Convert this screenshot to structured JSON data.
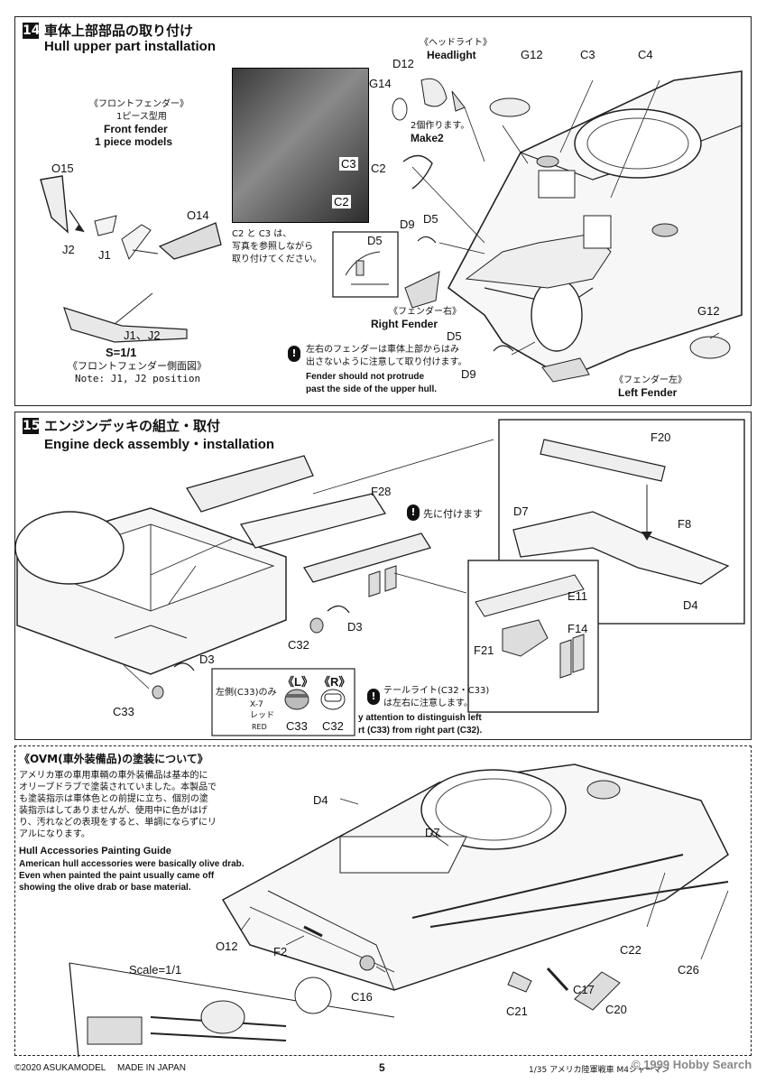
{
  "step14": {
    "number": "14",
    "title_jp": "車体上部部品の取り付け",
    "title_en": "Hull upper part installation",
    "front_fender_jp": "《フロントフェンダー》",
    "front_fender_jp2": "1ピース型用",
    "front_fender_en": "Front fender",
    "front_fender_en2": "1 piece models",
    "labels": {
      "O15": "O15",
      "O14": "O14",
      "J2": "J2",
      "J1": "J1",
      "J1J2": "J1、J2",
      "D12": "D12",
      "G14": "G14",
      "G12": "G12",
      "C3": "C3",
      "C4": "C4",
      "C2": "C2",
      "D9": "D9",
      "D5": "D5",
      "G12b": "G12",
      "D5b": "D5",
      "D9b": "D9",
      "photo_C3": "C3",
      "photo_C2": "C2",
      "inset_D5": "D5"
    },
    "headlight_jp": "《ヘッドライト》",
    "headlight_en": "Headlight",
    "make2_jp": "2個作ります。",
    "make2_en": "Make2",
    "photo_note_jp": "C2 と C3 は、",
    "photo_note_jp2": "写真を参照しながら",
    "photo_note_jp3": "取り付けてください。",
    "right_fender_jp": "《フェンダー右》",
    "right_fender_en": "Right Fender",
    "left_fender_jp": "《フェンダー左》",
    "left_fender_en": "Left Fender",
    "scale": "S=1/1",
    "side_view_jp": "《フロントフェンダー側面図》",
    "side_view_note": "Note: J1, J2 position",
    "warn_jp": "左右のフェンダーは車体上部からはみ",
    "warn_jp2": "出さないように注意して取り付けます。",
    "warn_en": "Fender should not protrude",
    "warn_en2": "past the side of the upper hull."
  },
  "step15": {
    "number": "15",
    "title_jp": "エンジンデッキの組立・取付",
    "title_en": "Engine deck assembly・installation",
    "labels": {
      "F20": "F20",
      "D7": "D7",
      "F8": "F8",
      "D4": "D4",
      "F28": "F28",
      "E11": "E11",
      "F14": "F14",
      "F21": "F21",
      "D3": "D3",
      "D3b": "D3",
      "C32": "C32",
      "C33": "C33",
      "C33b": "C33",
      "C32b": "C32"
    },
    "first_jp": "先に付けます",
    "L": "《L》",
    "R": "《R》",
    "left_only_jp": "左側(C33)のみ",
    "color_code": "X-7",
    "color_jp": "レッド",
    "color_en": "RED",
    "tail_jp": "テールライト(C32・C33)",
    "tail_jp2": "は左右に注意します。",
    "tail_en": "y attention  to  distinguish left",
    "tail_en2": "rt (C33) from right part (C32)."
  },
  "ovm": {
    "title_jp": "《OVM(車外装備品)の塗装について》",
    "body_jp": [
      "アメリカ軍の車用車輌の車外装備品は基本的に",
      "オリーブドラブで塗装されていました。本製品で",
      "も塗装指示は車体色との前提に立ち、個別の塗",
      "装指示はしてありませんが、使用中に色がはげ",
      "り、汚れなどの表現をすると、単調にならずにリ",
      "アルになります。"
    ],
    "guide_title": "Hull Accessories Painting Guide",
    "guide_body": [
      "American hull accessories were basically olive drab.",
      "Even when painted the paint usually came off",
      "showing the olive drab or base material."
    ],
    "scale": "Scale=1/1",
    "labels": {
      "D4": "D4",
      "D7": "D7",
      "O12": "O12",
      "F2": "F2",
      "C16": "C16",
      "C22": "C22",
      "C26": "C26",
      "C21": "C21",
      "C17": "C17",
      "C20": "C20"
    }
  },
  "footer": {
    "copyright": "©2020 ASUKAMODEL",
    "made_in": "MADE IN JAPAN",
    "page": "5",
    "product": "1/35 アメリカ陸軍戦車 M4シャーマン",
    "watermark": "© 1999 Hobby Search"
  }
}
